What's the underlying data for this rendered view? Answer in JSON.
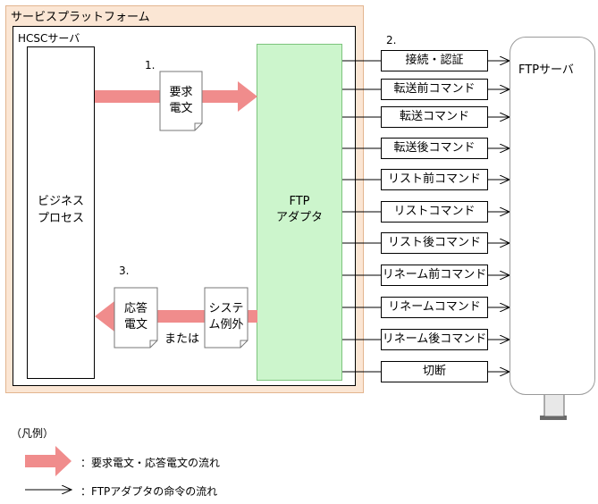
{
  "platform": {
    "title": "サービスプラットフォーム"
  },
  "hcsc": {
    "title": "HCSCサーバ"
  },
  "business_process": {
    "line1": "ビジネス",
    "line2": "プロセス"
  },
  "ftp_adapter": {
    "line1": "FTP",
    "line2": "アダプタ"
  },
  "ftp_server": {
    "label": "FTPサーバ"
  },
  "steps": {
    "s1": "1.",
    "s2": "2.",
    "s3": "3."
  },
  "request_doc": {
    "line1": "要求",
    "line2": "電文"
  },
  "response_doc": {
    "line1": "応答",
    "line2": "電文"
  },
  "system_exception": {
    "line1": "システ",
    "line2": "ム例外"
  },
  "or_label": "または",
  "commands": [
    "接続・認証",
    "転送前コマンド",
    "転送コマンド",
    "転送後コマンド",
    "リスト前コマンド",
    "リストコマンド",
    "リスト後コマンド",
    "リネーム前コマンド",
    "リネームコマンド",
    "リネーム後コマンド",
    "切断"
  ],
  "legend": {
    "title": "（凡例）",
    "thick_arrow": "：要求電文・応答電文の流れ",
    "thin_arrow": "：FTPアダプタの命令の流れ"
  },
  "colors": {
    "platform_bg": "#fbe6d4",
    "adapter_bg": "#ccf5cc",
    "thick_arrow": "#f08c8c"
  }
}
